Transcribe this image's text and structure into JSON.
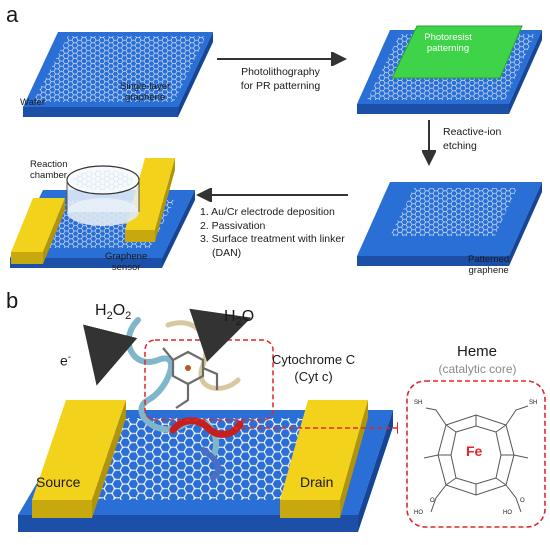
{
  "panel_a": {
    "letter": "a",
    "step1": {
      "wafer": "Wafer",
      "graphene": "Single-layer\ngraphene"
    },
    "arrow1": "Photolithography\nfor PR patterning",
    "step2": {
      "photoresist": "Photoresist\npatterning"
    },
    "arrow2": "Reactive-ion\netching",
    "step3": {
      "patterned": "Patterned\ngraphene"
    },
    "arrow3": {
      "items": [
        "1. Au/Cr electrode deposition",
        "2. Passivation",
        "3. Surface treatment with linker",
        "(DAN)"
      ]
    },
    "step4": {
      "chamber": "Reaction\nchamber",
      "sensor": "Graphene\nsensor"
    }
  },
  "panel_b": {
    "letter": "b",
    "h2o2": "H2O2",
    "h2o": "H2O",
    "electron": "e-",
    "protein": "Cytochrome C\n(Cyt c)",
    "source": "Source",
    "drain": "Drain",
    "heme_title": "Heme",
    "heme_subtitle": "(catalytic core)",
    "fe": "Fe",
    "sh_left": "SH",
    "sh_right": "SH",
    "ho_left": "HO",
    "ho_right": "HO",
    "o_left": "O",
    "o_right": "O"
  },
  "colors": {
    "wafer_blue": "#2a6fd6",
    "wafer_dark": "#1b4fa8",
    "photoresist": "#3fd34a",
    "gold": "#f2d21a",
    "heme_red": "#e0262a",
    "dashed_red": "#e0262a"
  }
}
